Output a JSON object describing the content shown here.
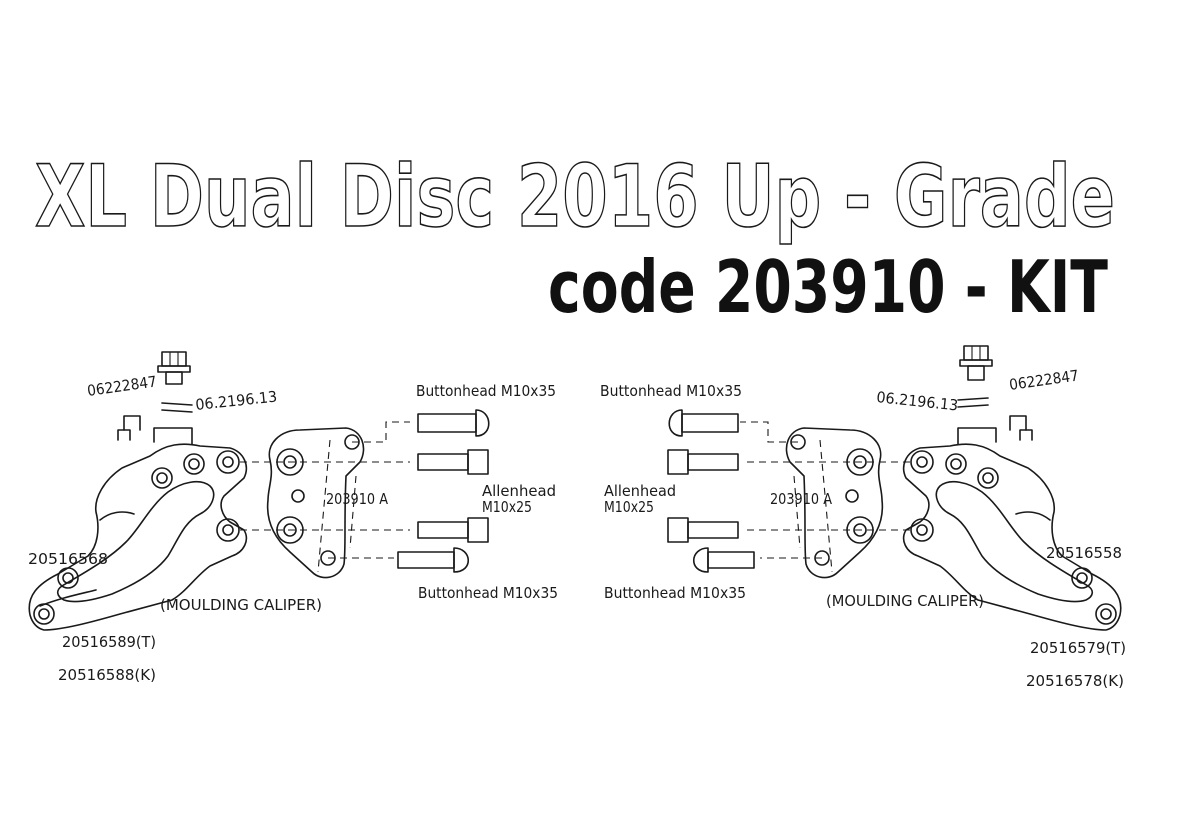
{
  "title": {
    "line1": "XL Dual Disc 2016 Up - Grade",
    "line2": "code 203910 - KIT"
  },
  "left": {
    "banjo_bolt_code": "06222847",
    "washer_code": "06.2196.13",
    "bracket_label": "203910 A",
    "caliper_code": "20516568",
    "caliper_note": "(MOULDING CALIPER)",
    "code_t": "20516589(T)",
    "code_k": "20516588(K)",
    "buttonhead_top": "Buttonhead M10x35",
    "allenhead_line1": "Allenhead",
    "allenhead_line2": "M10x25",
    "buttonhead_bottom": "Buttonhead M10x35"
  },
  "right": {
    "banjo_bolt_code": "06222847",
    "washer_code": "06.2196.13",
    "bracket_label": "203910 A",
    "caliper_code": "20516558",
    "caliper_note": "(MOULDING CALIPER)",
    "code_t": "20516579(T)",
    "code_k": "20516578(K)",
    "buttonhead_top": "Buttonhead M10x35",
    "allenhead_line1": "Allenhead",
    "allenhead_line2": "M10x25",
    "buttonhead_bottom": "Buttonhead M10x35"
  }
}
